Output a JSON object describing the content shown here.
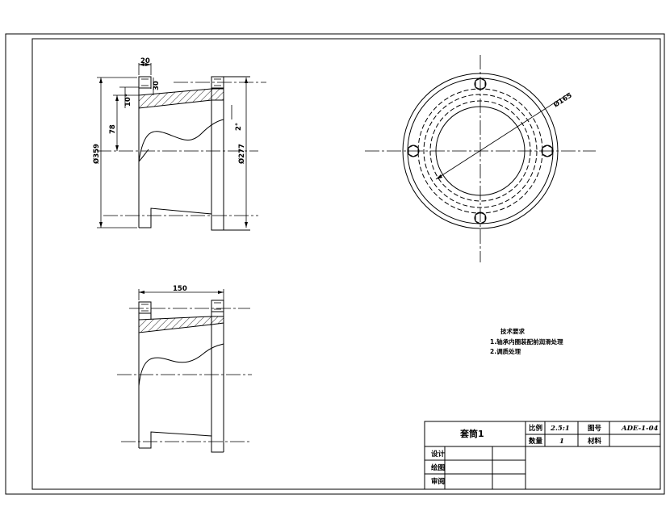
{
  "dimensions": {
    "top_width": "20",
    "top_height": "30",
    "slope_angle": "10°",
    "radius_78": "78",
    "dia_359": "Ø359",
    "dia_277": "Ø277",
    "angle_2": "2°",
    "length_150": "150",
    "pcd_165": "Ø165"
  },
  "notes": {
    "title": "技术要求",
    "line1": "1.轴承内圈装配前润滑处理",
    "line2": "2.调质处理"
  },
  "title_block": {
    "part_name": "套筒1",
    "scale_label": "比例",
    "scale_value": "2.5:1",
    "drawing_no_label": "图号",
    "drawing_no_value": "ADE-1-04",
    "qty_label": "数量",
    "qty_value": "1",
    "material_label": "材料",
    "design_label": "设计",
    "draw_label": "绘图",
    "review_label": "审阅"
  }
}
